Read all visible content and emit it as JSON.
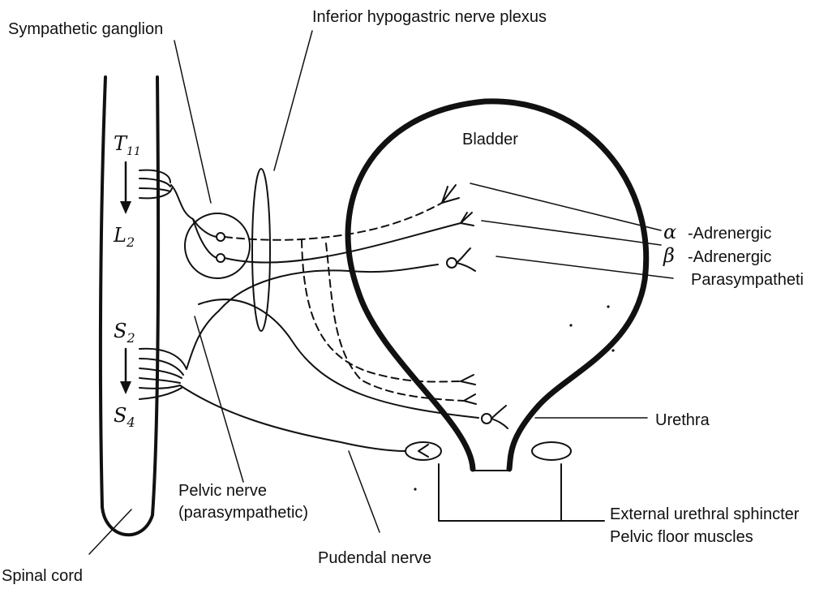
{
  "labels": {
    "sympathetic_ganglion": "Sympathetic ganglion",
    "inferior_hypogastric": "Inferior hypogastric nerve plexus",
    "bladder": "Bladder",
    "alpha_symbol": "α",
    "alpha_adrenergic": "-Adrenergic",
    "beta_symbol": "β",
    "beta_adrenergic": "-Adrenergic",
    "parasympathetic": "Parasympatheti",
    "urethra": "Urethra",
    "external_sphincter": "External urethral sphincter",
    "pelvic_floor": "Pelvic floor muscles",
    "pelvic_nerve_1": "Pelvic nerve",
    "pelvic_nerve_2": "(parasympathetic)",
    "pudendal_nerve": "Pudendal nerve",
    "spinal_cord": "Spinal cord"
  },
  "segments": {
    "t11_letter": "T",
    "t11_sub": "11",
    "l2_letter": "L",
    "l2_sub": "2",
    "s2_letter": "S",
    "s2_sub": "2",
    "s4_letter": "S",
    "s4_sub": "4"
  }
}
